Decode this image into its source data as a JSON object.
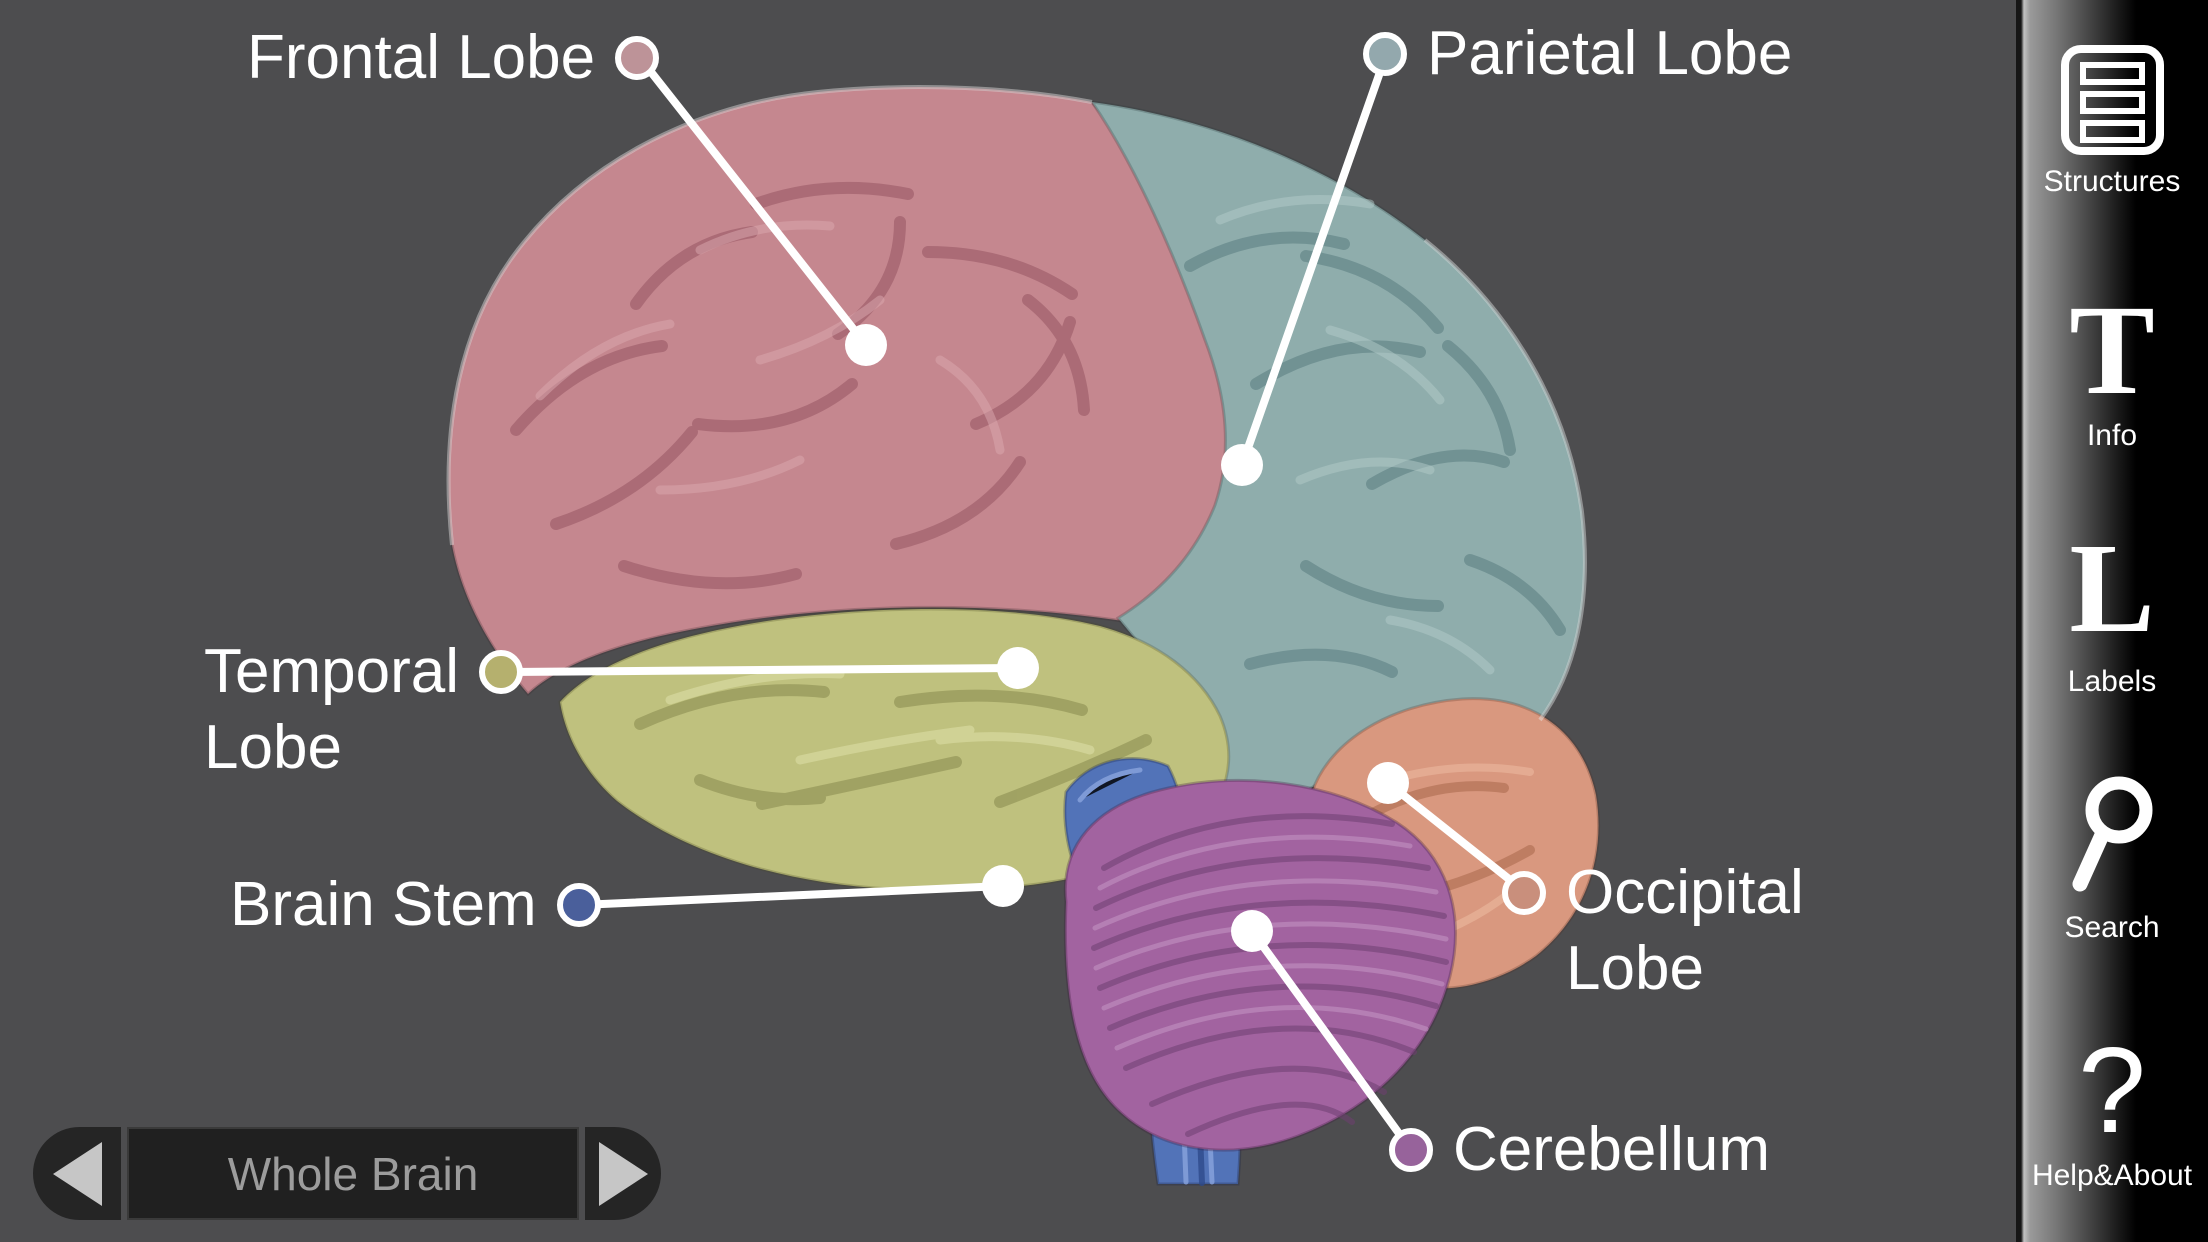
{
  "app": {
    "background": "#4d4d4f"
  },
  "labels": [
    {
      "id": "frontal-lobe",
      "text": "Frontal Lobe",
      "dot_color": "#bd9398"
    },
    {
      "id": "parietal-lobe",
      "text": "Parietal Lobe",
      "dot_color": "#93a8ad"
    },
    {
      "id": "temporal-lobe",
      "text": "Temporal\nLobe",
      "dot_color": "#b5b06e"
    },
    {
      "id": "brain-stem",
      "text": "Brain Stem",
      "dot_color": "#4a5f9b"
    },
    {
      "id": "occipital-lobe",
      "text": "Occipital\nLobe",
      "dot_color": "#c98f7c"
    },
    {
      "id": "cerebellum",
      "text": "Cerebellum",
      "dot_color": "#97639b"
    }
  ],
  "brain": {
    "regions": [
      {
        "name": "Frontal Lobe",
        "color": "#c5878f"
      },
      {
        "name": "Parietal Lobe",
        "color": "#8fadac"
      },
      {
        "name": "Temporal Lobe",
        "color": "#bfc17e"
      },
      {
        "name": "Occipital Lobe",
        "color": "#d9987f"
      },
      {
        "name": "Cerebellum",
        "color": "#a263a0"
      },
      {
        "name": "Brain Stem",
        "color": "#5273b8"
      }
    ]
  },
  "sidebar": {
    "items": [
      {
        "icon": "structures-icon",
        "label": "Structures"
      },
      {
        "icon": "info-icon",
        "label": "Info",
        "glyph": "T"
      },
      {
        "icon": "labels-icon",
        "label": "Labels",
        "glyph": "L"
      },
      {
        "icon": "search-icon",
        "label": "Search"
      },
      {
        "icon": "help-icon",
        "label": "Help&About",
        "glyph": "?"
      }
    ]
  },
  "structure_selector": {
    "current": "Whole Brain"
  }
}
